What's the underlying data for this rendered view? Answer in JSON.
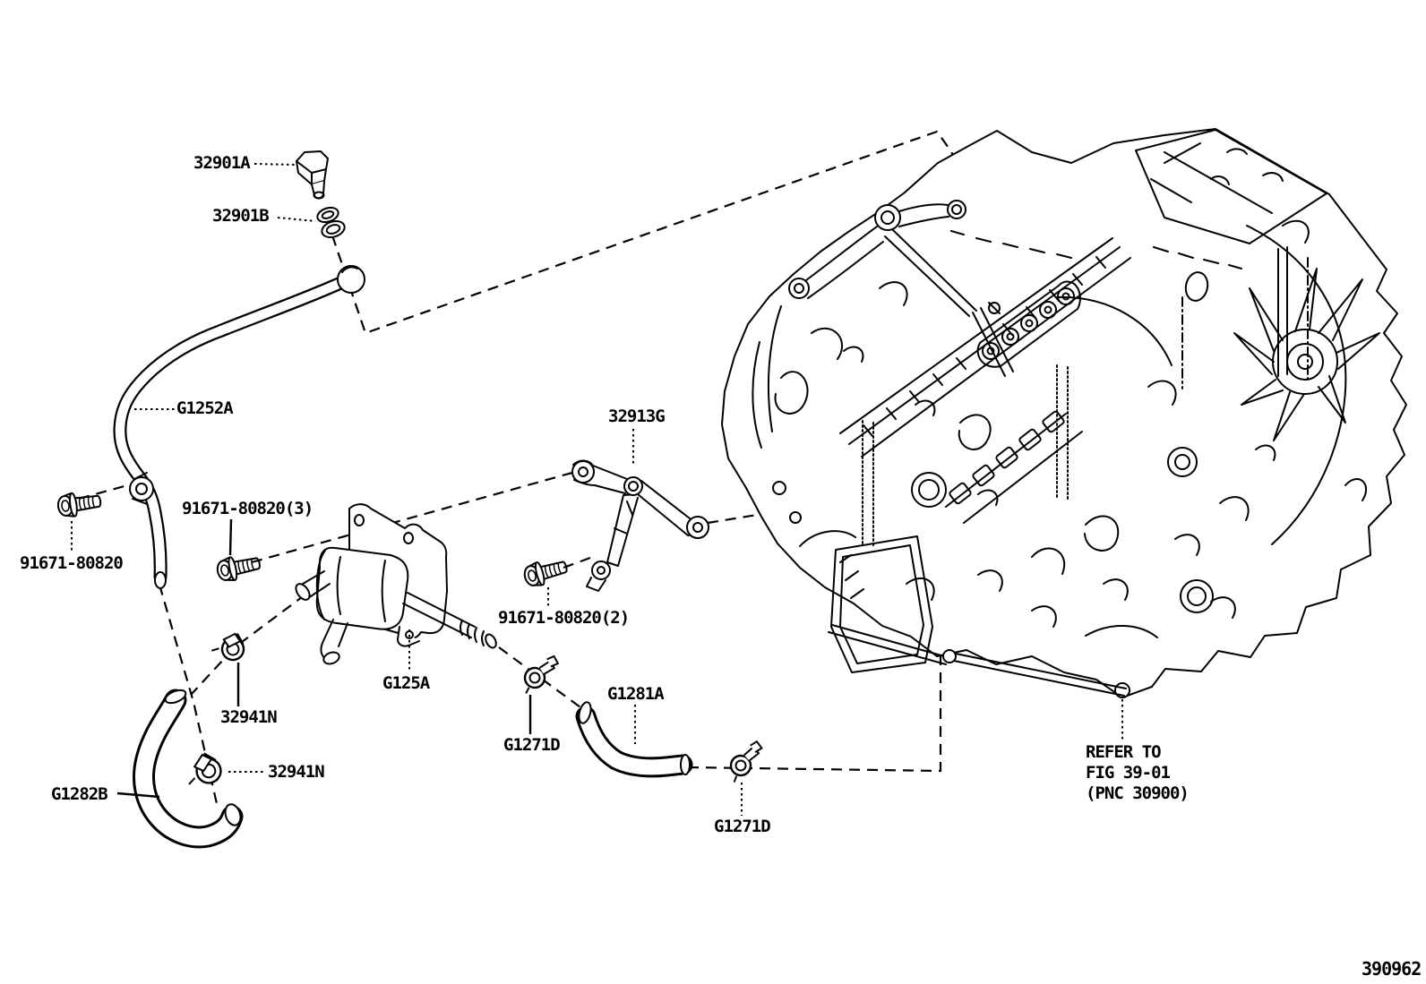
{
  "figure": {
    "id": "390962",
    "reference_note": {
      "line1": "REFER TO",
      "line2": "FIG 39-01",
      "line3": "(PNC 30900)"
    }
  },
  "parts": {
    "breather_plug": "32901A",
    "breather_washer": "32901B",
    "breather_tube": "G1252A",
    "bolt_single": "91671-80820",
    "bolt_triple": "91671-80820(3)",
    "bolt_double": "91671-80820(2)",
    "cooler_bracket": "32913G",
    "oil_cooler": "G125A",
    "clamp_spring_upper": "32941N",
    "clamp_spring_lower": "32941N",
    "hose_outlet": "G1282B",
    "clamp_band_mid": "G1271D",
    "hose_inlet": "G1281A",
    "clamp_band_right": "G1271D"
  }
}
